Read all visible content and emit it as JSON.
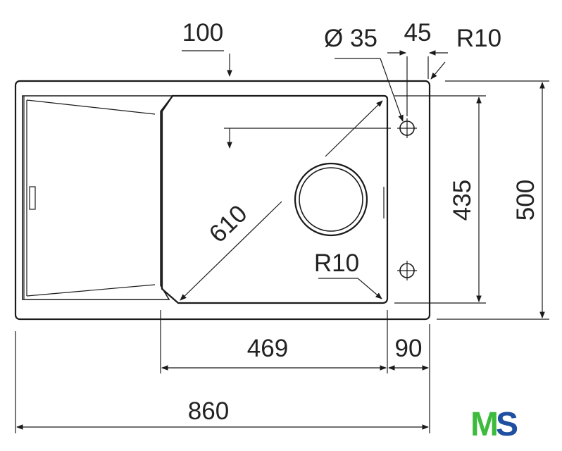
{
  "dimensions": {
    "overall_width": "860",
    "bowl_width": "469",
    "right_edge": "90",
    "height_total": "500",
    "height_inner": "435",
    "diagonal": "610",
    "top_offset": "100",
    "hole_diameter": "Ø 35",
    "hole_offset": "45",
    "radius_top": "R10",
    "radius_bottom": "R10"
  },
  "logo": {
    "letter_1": "M",
    "letter_2": "S",
    "color_1": "#3dbb3d",
    "color_2": "#1f4fa0"
  },
  "colors": {
    "line": "#1a1a1a",
    "background": "#ffffff"
  }
}
